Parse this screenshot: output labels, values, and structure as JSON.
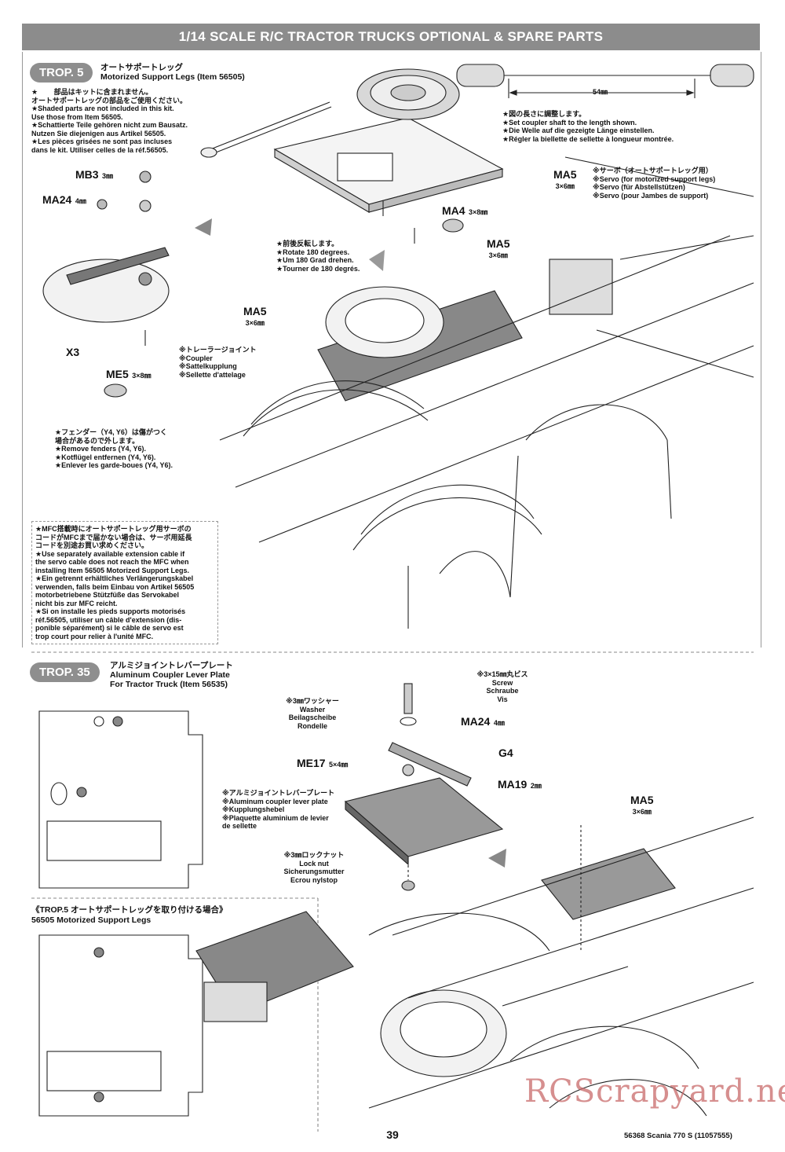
{
  "header": {
    "title": "1/14 SCALE R/C TRACTOR TRUCKS OPTIONAL & SPARE PARTS"
  },
  "trop5": {
    "badge": "TROP. 5",
    "title_jp": "オートサポートレッグ",
    "title_en": "Motorized Support Legs (Item 56505)",
    "shaded_note": [
      "★ 　　部品はキットに含まれません。",
      "オートサポートレッグの部品をご使用ください。",
      "★Shaded parts are not included in this kit.",
      "Use those from Item 56505.",
      "★Schattierte Teile gehören nicht zum Bausatz.",
      "Nutzen Sie diejenigen aus Artikel 56505.",
      "★Les pièces grisées ne sont pas incluses",
      "dans le kit. Utiliser celles de la réf.56505."
    ],
    "parts": {
      "mb3": "MB3",
      "mb3_size": "3㎜",
      "ma24": "MA24",
      "ma24_size": "4㎜",
      "x3": "X3",
      "me5": "ME5",
      "me5_size": "3×8㎜",
      "ma4": "MA4",
      "ma4_size": "3×8㎜",
      "ma5_a": "MA5",
      "ma5_a_size": "3×6㎜",
      "ma5_b": "MA5",
      "ma5_b_size": "3×6㎜",
      "ma5_c": "MA5",
      "ma5_c_size": "3×6㎜"
    },
    "shaft_length": "54㎜",
    "shaft_note": [
      "★図の長さに調整します。",
      "★Set coupler shaft to the length shown.",
      "★Die Welle auf die gezeigte Länge einstellen.",
      "★Régler la biellette de sellette à longueur montrée."
    ],
    "servo_note": [
      "※サーボ（オートサポートレッグ用）",
      "※Servo (for motorized support legs)",
      "※Servo (für Abstellstützen)",
      "※Servo (pour Jambes de support)"
    ],
    "rotate_note": [
      "★前後反転します。",
      "★Rotate 180 degrees.",
      "★Um 180 Grad drehen.",
      "★Tourner de 180 degrés."
    ],
    "coupler_note": [
      "※トレーラージョイント",
      "※Coupler",
      "※Sattelkupplung",
      "※Sellette d'attelage"
    ],
    "fender_note": [
      "★フェンダー（Y4, Y6）は傷がつく",
      "場合があるので外します。",
      "★Remove fenders (Y4, Y6).",
      "★Kotflügel entfernen (Y4, Y6).",
      "★Enlever les garde-boues (Y4, Y6)."
    ],
    "mfc_note": [
      "★MFC搭載時にオートサポートレッグ用サーボの",
      "コードがMFCまで届かない場合は、サーボ用延長",
      "コードを別途お買い求めください。",
      "★Use separately available extension cable if",
      "the servo cable does not reach the MFC when",
      "installing Item 56505 Motorized Support Legs.",
      "★Ein getrennt erhältliches Verlängerungskabel",
      "verwenden, falls beim Einbau von Artikel 56505",
      "motorbetriebene Stützfüße das Servokabel",
      "nicht bis zur MFC reicht.",
      "★Si on installe les pieds supports motorisés",
      "réf.56505, utiliser un câble d'extension (dis-",
      "ponible séparément) si le câble de servo est",
      "trop court pour relier à l'unité MFC."
    ]
  },
  "trop35": {
    "badge": "TROP. 35",
    "title_jp": "アルミジョイントレバープレート",
    "title_en_1": "Aluminum Coupler Lever Plate",
    "title_en_2": "For Tractor Truck  (Item 56535)",
    "screw_note": [
      "※3×15㎜丸ビス",
      "Screw",
      "Schraube",
      "Vis"
    ],
    "washer_note": [
      "※3㎜ワッシャー",
      "Washer",
      "Beilagscheibe",
      "Rondelle"
    ],
    "plate_note": [
      "※アルミジョイントレバープレート",
      "※Aluminum coupler lever plate",
      "※Kupplungshebel",
      "※Plaquette aluminium de levier",
      "de sellette"
    ],
    "locknut_note": [
      "※3㎜ロックナット",
      "Lock nut",
      "Sicherungsmutter",
      "Ecrou nylstop"
    ],
    "parts": {
      "ma24": "MA24",
      "ma24_size": "4㎜",
      "g4": "G4",
      "me17": "ME17",
      "me17_size": "5×4㎜",
      "ma19": "MA19",
      "ma19_size": "2㎜",
      "ma5": "MA5",
      "ma5_size": "3×6㎜"
    },
    "when_installing_jp": "《TROP.5 オートサポートレッグを取り付ける場合》",
    "when_installing_en": "56505 Motorized Support Legs"
  },
  "footer": {
    "page_number": "39",
    "code": "56368 Scania 770 S (11057555)",
    "watermark": "RCScrapyard.net"
  }
}
